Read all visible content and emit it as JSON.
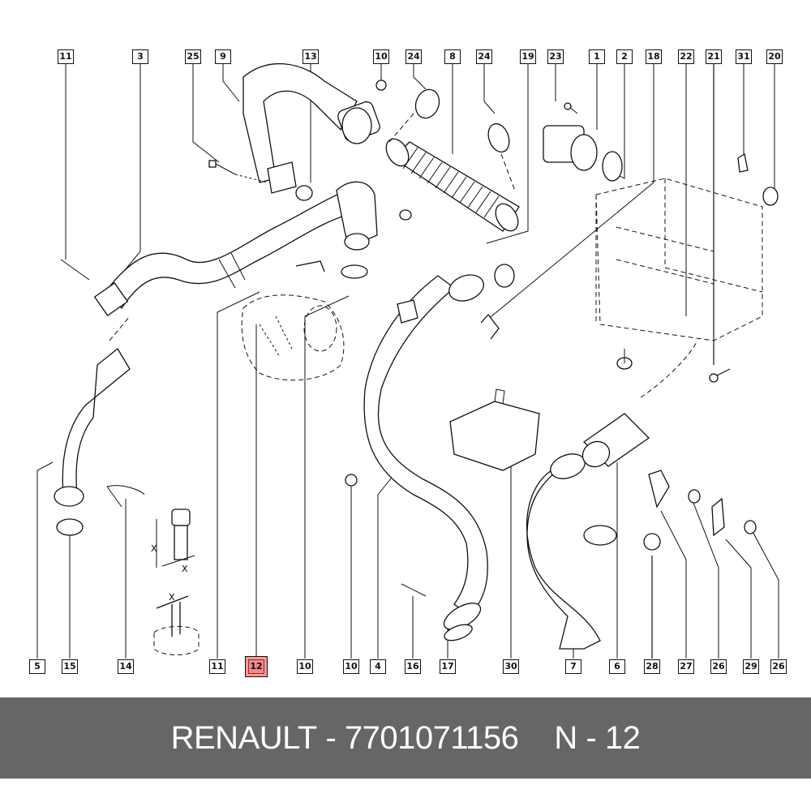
{
  "diagram": {
    "title": "Renault air intake / turbo hose exploded parts diagram",
    "highlight_color": "#f08a8a",
    "top_callouts": [
      "11",
      "3",
      "25",
      "9",
      "13",
      "10",
      "24",
      "8",
      "24",
      "19",
      "23",
      "1",
      "2",
      "18",
      "22",
      "21",
      "31",
      "20"
    ],
    "bottom_callouts": [
      "5",
      "15",
      "14",
      "11",
      "12",
      "10",
      "10",
      "4",
      "16",
      "17",
      "30",
      "7",
      "6",
      "28",
      "27",
      "26",
      "29",
      "26"
    ],
    "highlighted_callout": "12",
    "dimension_marks": {
      "bolt": "X",
      "bolt_width": "X",
      "nut": "X"
    }
  },
  "banner": {
    "brand": "RENAULT",
    "separator": "-",
    "part_number": "7701071156",
    "position_prefix": "N",
    "position_separator": "-",
    "position_number": "12"
  },
  "colors": {
    "banner_bg": "#666666",
    "banner_text": "#ffffff",
    "highlight": "#f08a8a"
  }
}
